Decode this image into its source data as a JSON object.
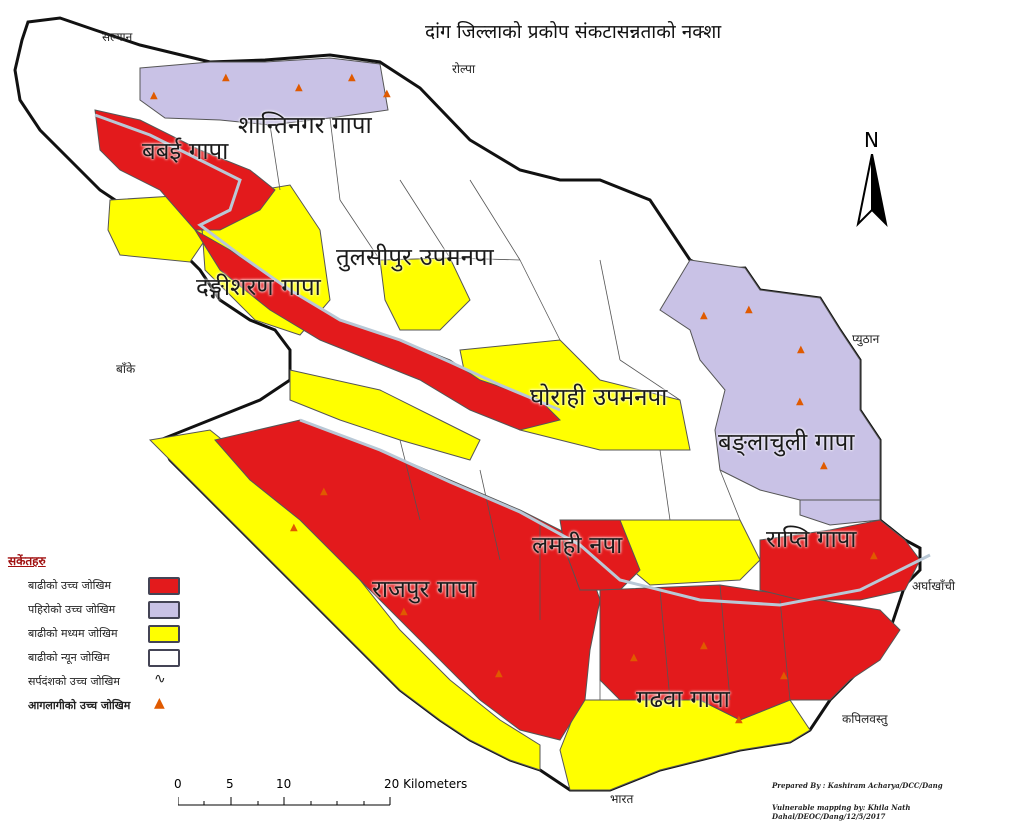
{
  "title": "दांग जिल्लाको प्रकोप संकटासन्नताको नक्शा",
  "neighbours": {
    "salyan": "सल्यान",
    "rolpa": "रोल्पा",
    "pyuthan": "प्युठान",
    "banke": "बाँके",
    "arghakhanchi": "अर्घाखाँची",
    "kapilvastu": "कपिलवस्तु",
    "bharat": "भारत"
  },
  "municipalities": {
    "babai": "बबई गापा",
    "shantinagar": "शान्तिनगर गापा",
    "tulsipur": "तुलसीपुर उपमनपा",
    "dangisharan": "दङ्गीशरण गापा",
    "ghorahi": "घोराही उपमनपा",
    "banglachuli": "बङ्लाचुली गापा",
    "rapti": "राप्ति गापा",
    "lamahi": "लमही नपा",
    "rajpur": "राजपुर गापा",
    "gadhawa": "गढवा गापा"
  },
  "legend": {
    "heading": "सकेंतहरु",
    "items": [
      {
        "label": "बाढीको उच्च जोखिम",
        "color": "#e31a1c",
        "kind": "swatch"
      },
      {
        "label": "पहिरोको उच्च जोखिम",
        "color": "#c9c2e6",
        "kind": "swatch"
      },
      {
        "label": "बाढीको मध्यम जोखिम",
        "color": "#ffff00",
        "kind": "swatch"
      },
      {
        "label": "बाढीको न्यून जोखिम",
        "color": "#ffffff",
        "kind": "swatch"
      },
      {
        "label": "सर्पदंशको उच्च जोखिम",
        "icon": "snake-icon",
        "kind": "symbol"
      },
      {
        "label": "आगलागीको उच्च जोखिम",
        "icon": "fire-icon",
        "kind": "symbol"
      }
    ]
  },
  "north_label": "N",
  "scale_bar": {
    "ticks": [
      "0",
      "5",
      "10",
      "20 Kilometers"
    ]
  },
  "credits": {
    "prepared": "Prepared By : Kashiram Acharya/DCC/Dang",
    "vulnerable": "Vulnerable mapping by: Khila Nath Dahal/DEOC/Dang/12/5/2017"
  },
  "colors": {
    "flood_high": "#e31a1c",
    "landslide_high": "#c9c2e6",
    "flood_medium": "#ffff00",
    "flood_low": "#ffffff",
    "outline": "#111111",
    "river": "#b9c8d6"
  }
}
